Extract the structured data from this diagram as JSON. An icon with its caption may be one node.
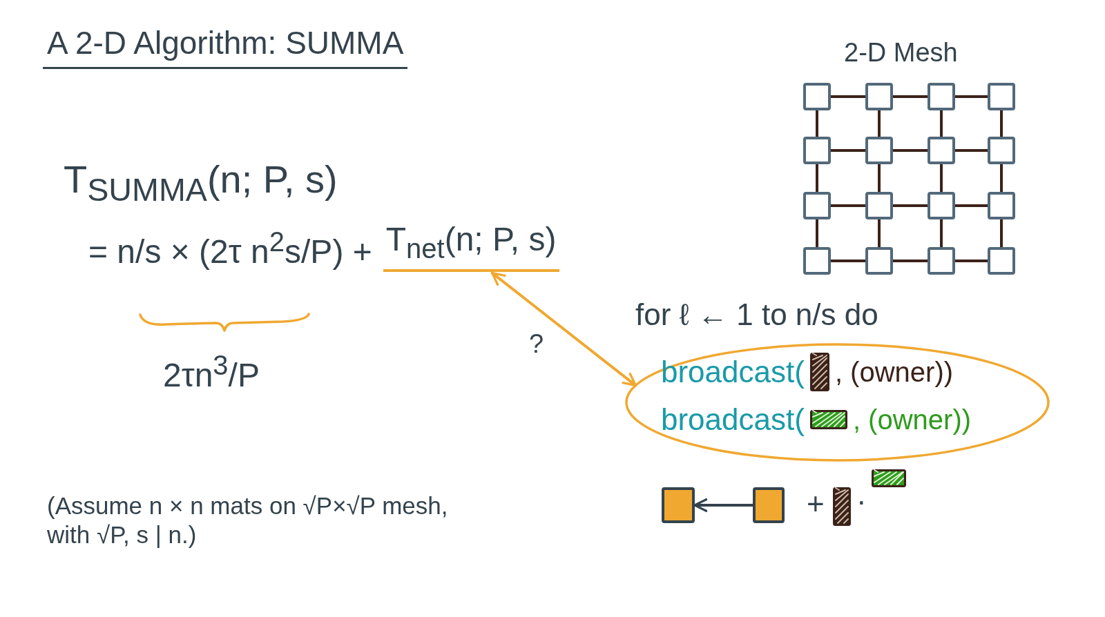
{
  "diagram": {
    "title": "A 2-D Algorithm: SUMMA",
    "nodes": [
      {
        "text": [],
        "shape": "box"
      },
      {
        "text": [],
        "shape": "box"
      },
      {
        "text": [],
        "shape": "box"
      },
      {
        "text": [],
        "shape": "box"
      },
      {
        "text": [],
        "shape": "box"
      },
      {
        "text": [],
        "shape": "box"
      },
      {
        "text": [],
        "shape": "box"
      },
      {
        "text": [],
        "shape": "box"
      },
      {
        "text": [],
        "shape": "box"
      },
      {
        "text": [],
        "shape": "box"
      },
      {
        "text": [],
        "shape": "box"
      },
      {
        "text": [],
        "shape": "box"
      },
      {
        "text": [],
        "shape": "box"
      },
      {
        "text": [],
        "shape": "box"
      },
      {
        "text": [],
        "shape": "box"
      },
      {
        "text": [],
        "shape": "box"
      },
      {
        "text": [
          "T$_{net}$(n; P, s)"
        ]
      },
      {
        "text": [
          "broadcast(",
          ", (owner))",
          "broadcast(",
          ", (owner))"
        ]
      },
      {
        "text": [],
        "shape": "box"
      },
      {
        "text": [],
        "shape": "box"
      }
    ],
    "edges": [
      {
        "from": 0,
        "to": 1,
        "arrow": "none"
      },
      {
        "from": 1,
        "to": 2,
        "arrow": "none"
      },
      {
        "from": 2,
        "to": 3,
        "arrow": "none"
      },
      {
        "from": 4,
        "to": 5,
        "arrow": "none"
      },
      {
        "from": 5,
        "to": 6,
        "arrow": "none"
      },
      {
        "from": 6,
        "to": 7,
        "arrow": "none"
      },
      {
        "from": 8,
        "to": 9,
        "arrow": "none"
      },
      {
        "from": 9,
        "to": 10,
        "arrow": "none"
      },
      {
        "from": 10,
        "to": 11,
        "arrow": "none"
      },
      {
        "from": 12,
        "to": 13,
        "arrow": "none"
      },
      {
        "from": 13,
        "to": 14,
        "arrow": "none"
      },
      {
        "from": 14,
        "to": 15,
        "arrow": "none"
      },
      {
        "from": 0,
        "to": 4,
        "arrow": "none"
      },
      {
        "from": 1,
        "to": 5,
        "arrow": "none"
      },
      {
        "from": 2,
        "to": 6,
        "arrow": "none"
      },
      {
        "from": 3,
        "to": 7,
        "arrow": "none"
      },
      {
        "from": 4,
        "to": 8,
        "arrow": "none"
      },
      {
        "from": 5,
        "to": 9,
        "arrow": "none"
      },
      {
        "from": 6,
        "to": 10,
        "arrow": "none"
      },
      {
        "from": 7,
        "to": 11,
        "arrow": "none"
      },
      {
        "from": 8,
        "to": 12,
        "arrow": "none"
      },
      {
        "from": 9,
        "to": 13,
        "arrow": "none"
      },
      {
        "from": 10,
        "to": 14,
        "arrow": "none"
      },
      {
        "from": 11,
        "to": 15,
        "arrow": "none"
      },
      {
        "from": 16,
        "to": 17,
        "arrow": "both",
        "label": "?",
        "color": "#f0a830"
      },
      {
        "from": 19,
        "to": 18,
        "arrow": "to",
        "color": "#34434d"
      }
    ],
    "labels": [
      "2-D Mesh",
      "T$_{SUMMA}$(n; P, s)",
      "= n/s × (2τ n$^{2}$s/P) +",
      "2τn$^{3}$/P",
      "for ℓ ← 1 to n/s do",
      "+",
      "·",
      "(Assume n × n mats on √P×√P mesh, with √P, s | n.)"
    ]
  }
}
